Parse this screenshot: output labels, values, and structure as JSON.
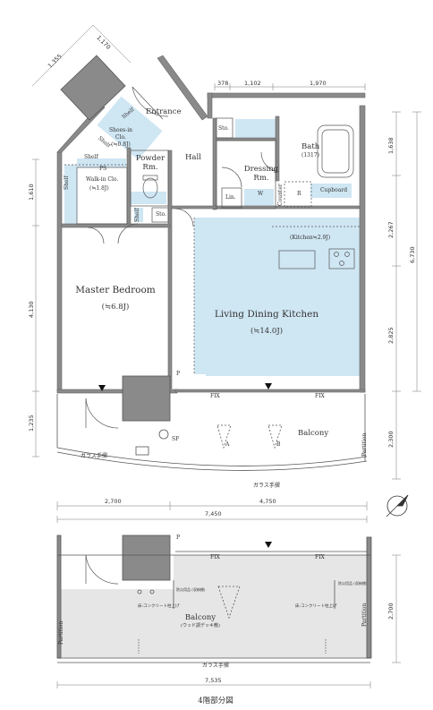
{
  "rooms": {
    "entrance": "Entrance",
    "shoes_in_closet_line1": "Shoes-in",
    "shoes_in_closet_line2": "Clo.",
    "shoes_in_closet_area": "(≒0.8J)",
    "shelf": "Shelf",
    "powder_room_line1": "Powder",
    "powder_room_line2": "Rm.",
    "hall": "Hall",
    "sto_top": "Sto.",
    "sto_mid": "Sto.",
    "bath": "Bath",
    "bath_size": "(1317)",
    "dressing_room_line1": "Dressing",
    "dressing_room_line2": "Rm.",
    "lin": "Lin.",
    "w": "W",
    "r": "R",
    "cupboard": "Cupboard",
    "counter": "Counter",
    "pipe_space": "PS",
    "walk_in_closet": "Walk-in Clo.",
    "walk_in_closet_area": "(≒1.8J)",
    "kitchen_area": "(Kitchen≒2.9J)",
    "master_bedroom": "Master Bedroom",
    "master_bedroom_area": "(≒6.8J)",
    "ldk": "Living Dining Kitchen",
    "ldk_area": "(≒14.0J)",
    "p_mark_1": "P",
    "p_mark_2": "P",
    "fix_1": "FIX",
    "fix_2": "FIX",
    "fix_3": "FIX",
    "fix_4": "FIX",
    "balcony": "Balcony",
    "sf": "SF",
    "a_mark": "A",
    "b_mark": "B",
    "partition_upper": "Partition",
    "glass_rail_1": "ガラス手摺",
    "glass_rail_2": "ガラス手摺",
    "glass_rail_3": "ガラス手摺",
    "balcony_lower": "Balcony",
    "balcony_lower_note": "(ウッド調デッキ敷)",
    "concrete_pillar_left": "床:コンクリート柱上げ",
    "concrete_pillar_right": "床:コンクリート柱上げ",
    "note_left": "防災用品 (収納棚)",
    "note_right": "防災用品 (収納棚)",
    "partition_lower_left": "Partition",
    "partition_lower_right": "Partition",
    "caption": "4階部分図"
  },
  "dimensions": {
    "top_1": "378",
    "top_2": "1,102",
    "top_3": "1,970",
    "diag_1": "1,170",
    "diag_2": "1,355",
    "left_1": "1,610",
    "left_2": "4,130",
    "left_3": "1,235",
    "right_1": "1,638",
    "right_2": "2,267",
    "right_3": "2,825",
    "right_total": "6,730",
    "right_4": "2,300",
    "bottom_1": "2,700",
    "bottom_2": "4,750",
    "bottom_total": "7,450",
    "lower_right": "2,700",
    "lower_bottom_total": "7,535"
  },
  "colors": {
    "wall": "#888888",
    "wall_dark": "#6f6f6f",
    "blue_fill": "#cfe6f3",
    "balcony_grey": "#e8e8e8",
    "pillar": "#8a8a8a"
  },
  "icons": {
    "compass": "north-arrow-icon"
  }
}
